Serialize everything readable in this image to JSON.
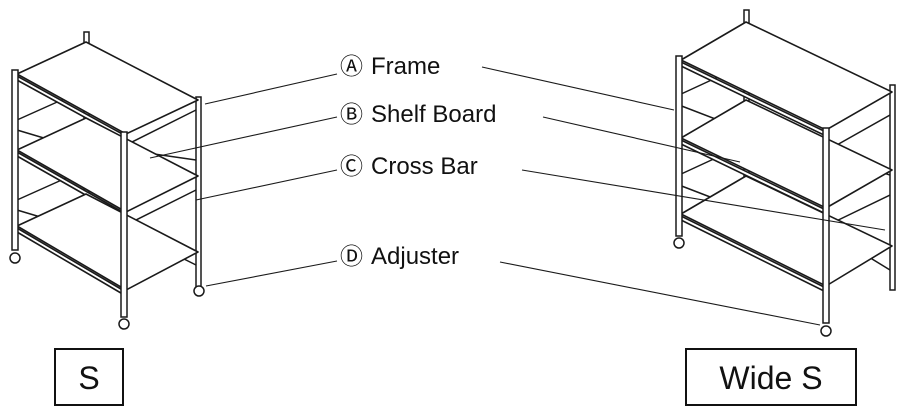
{
  "callouts": [
    {
      "symbol": "Ⓐ",
      "text": "Frame"
    },
    {
      "symbol": "Ⓑ",
      "text": "Shelf Board"
    },
    {
      "symbol": "Ⓒ",
      "text": "Cross Bar"
    },
    {
      "symbol": "Ⓓ",
      "text": "Adjuster"
    }
  ],
  "models": {
    "small": "S",
    "wide": "Wide S"
  }
}
